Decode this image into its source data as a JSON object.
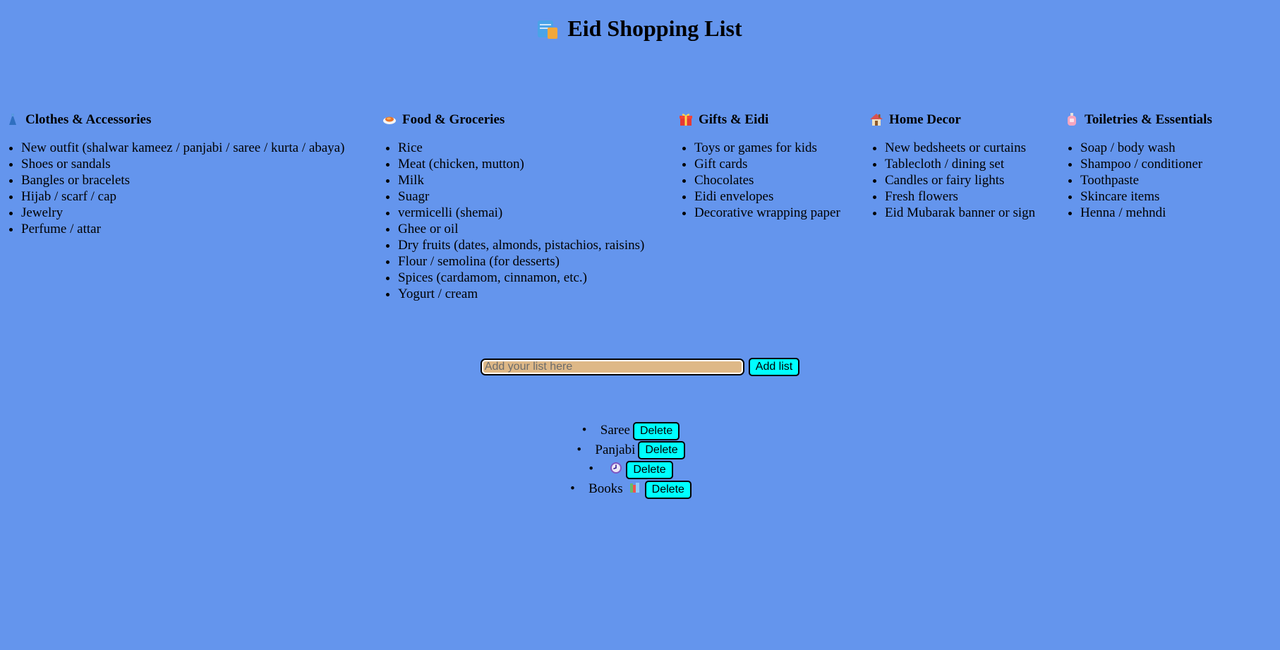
{
  "header": {
    "title": "Eid Shopping List",
    "icon": "shopping-bags-icon"
  },
  "categories": [
    {
      "title": "Clothes & Accessories",
      "icon": "dress-icon",
      "items": [
        "New outfit (shalwar kameez / panjabi / saree / kurta / abaya)",
        "Shoes or sandals",
        "Bangles or bracelets",
        "Hijab / scarf / cap",
        "Jewelry",
        "Perfume / attar"
      ]
    },
    {
      "title": "Food & Groceries",
      "icon": "food-icon",
      "items": [
        "Rice",
        "Meat (chicken, mutton)",
        "Milk",
        "Suagr",
        "vermicelli (shemai)",
        "Ghee or oil",
        "Dry fruits (dates, almonds, pistachios, raisins)",
        "Flour / semolina (for desserts)",
        "Spices (cardamom, cinnamon, etc.)",
        "Yogurt / cream"
      ]
    },
    {
      "title": "Gifts & Eidi",
      "icon": "gift-icon",
      "items": [
        "Toys or games for kids",
        "Gift cards",
        "Chocolates",
        "Eidi envelopes",
        "Decorative wrapping paper"
      ]
    },
    {
      "title": "Home Decor",
      "icon": "house-icon",
      "items": [
        "New bedsheets or curtains",
        "Tablecloth / dining set",
        "Candles or fairy lights",
        "Fresh flowers",
        "Eid Mubarak banner or sign"
      ]
    },
    {
      "title": "Toiletries & Essentials",
      "icon": "lotion-bottle-icon",
      "items": [
        "Soap / body wash",
        "Shampoo / conditioner",
        "Toothpaste",
        "Skincare items",
        "Henna / mehndi"
      ]
    }
  ],
  "add_form": {
    "placeholder": "Add your list here",
    "value": "",
    "button_label": "Add list"
  },
  "user_items": [
    {
      "text": "Saree",
      "icon": "",
      "delete_label": "Delete"
    },
    {
      "text": "Panjabi",
      "icon": "",
      "delete_label": "Delete"
    },
    {
      "text": "",
      "icon": "clock-icon",
      "delete_label": "Delete"
    },
    {
      "text": "Books",
      "icon": "books-icon",
      "delete_label": "Delete"
    }
  ],
  "colors": {
    "background": "#6495ed",
    "input_background": "#deb887",
    "button_background": "#00ffff"
  }
}
